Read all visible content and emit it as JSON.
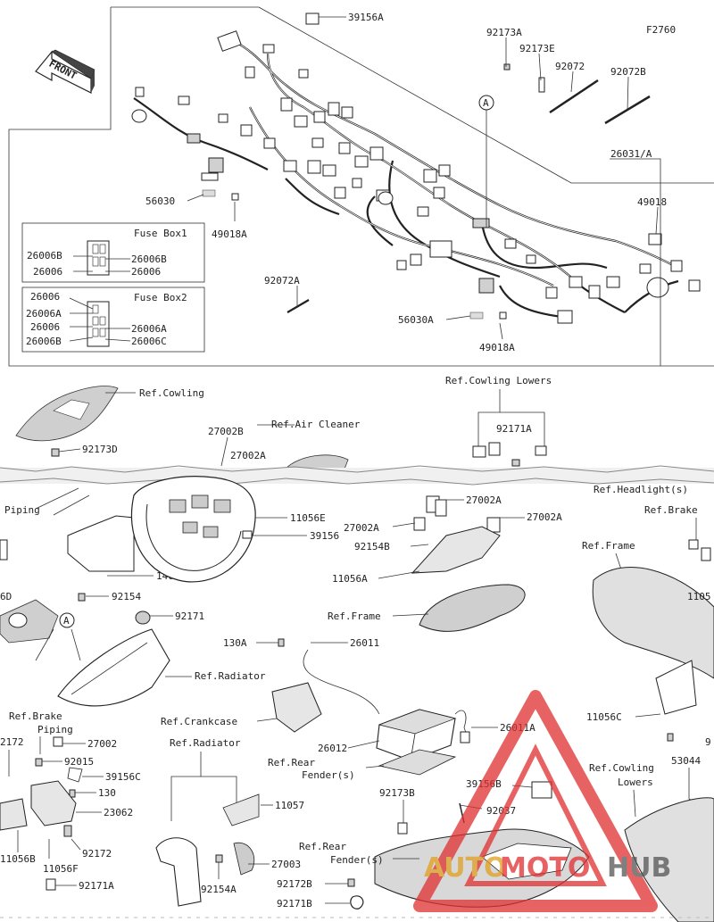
{
  "figure_code": "F2760",
  "front_label": "FRONT",
  "fuse_box1_title": "Fuse Box1",
  "fuse_box2_title": "Fuse Box2",
  "watermark": {
    "brand_a": "AUTO",
    "brand_b": "MOTO",
    "brand_c": "HUB",
    "color": "#e03030"
  },
  "labels": {
    "p39156A": "39156A",
    "p92173A": "92173A",
    "p92173E": "92173E",
    "p92072": "92072",
    "p92072B": "92072B",
    "pA1": "A",
    "p26031A": "26031/A",
    "p49018": "49018",
    "p56030": "56030",
    "p49018A": "49018A",
    "p92072A": "92072A",
    "p56030A": "56030A",
    "p49018A2": "49018A",
    "fb1_26006B_l": "26006B",
    "fb1_26006B_r": "26006B",
    "fb1_26006_l": "26006",
    "fb1_26006_r": "26006",
    "fb2_26006": "26006",
    "fb2_26006A_l": "26006A",
    "fb2_26006_b": "26006",
    "fb2_26006A_r": "26006A",
    "fb2_26006B": "26006B",
    "fb2_26006C": "26006C",
    "refCowling": "Ref.Cowling",
    "p27002B": "27002B",
    "p27002A_top": "27002A",
    "refAirCleaner": "Ref.Air Cleaner",
    "p92173D": "92173D",
    "refCowlingLowers": "Ref.Cowling Lowers",
    "p92171A": "92171A",
    "refHeadlights": "Ref.Headlight(s)",
    "refBrake": "Ref.Brake",
    "refFrameR": "Ref.Frame",
    "piping": "Piping",
    "p27002A_1": "27002A",
    "p27002A_2": "27002A",
    "p27002A_3": "27002A",
    "p92154B": "92154B",
    "p11056E": "11056E",
    "p39156": "39156",
    "p14093": "14093",
    "p11056A": "11056A",
    "p1105": "1105",
    "p6D": "6D",
    "p92154": "92154",
    "pA2": "A",
    "p92171": "92171",
    "refFrame": "Ref.Frame",
    "p130A": "130A",
    "p26011": "26011",
    "refRadiator": "Ref.Radiator",
    "refCrankcase": "Ref.Crankcase",
    "p11056C": "11056C",
    "p9": "9",
    "refBrakePiping1": "Ref.Brake",
    "refBrakePiping2": "Piping",
    "p2172": "2172",
    "p27002": "27002",
    "p26012": "26012",
    "p26011A": "26011A",
    "refRadiator2": "Ref.Radiator",
    "p92015": "92015",
    "p39156C": "39156C",
    "p130": "130",
    "p23062": "23062",
    "refRearFender1a": "Ref.Rear",
    "refRearFender1b": "Fender(s)",
    "refCowlingLowers2a": "Ref.Cowling",
    "refCowlingLowers2b": "Lowers",
    "p53044": "53044",
    "p11057": "11057",
    "p92173B": "92173B",
    "p39156B": "39156B",
    "p92037": "92037",
    "p11056B": "11056B",
    "p92172": "92172",
    "p11056F": "11056F",
    "p92171A2": "92171A",
    "refRearFender2a": "Ref.Rear",
    "refRearFender2b": "Fender(s)",
    "p27003": "27003",
    "p92154A": "92154A",
    "p92172B": "92172B",
    "p92171B": "92171B"
  }
}
